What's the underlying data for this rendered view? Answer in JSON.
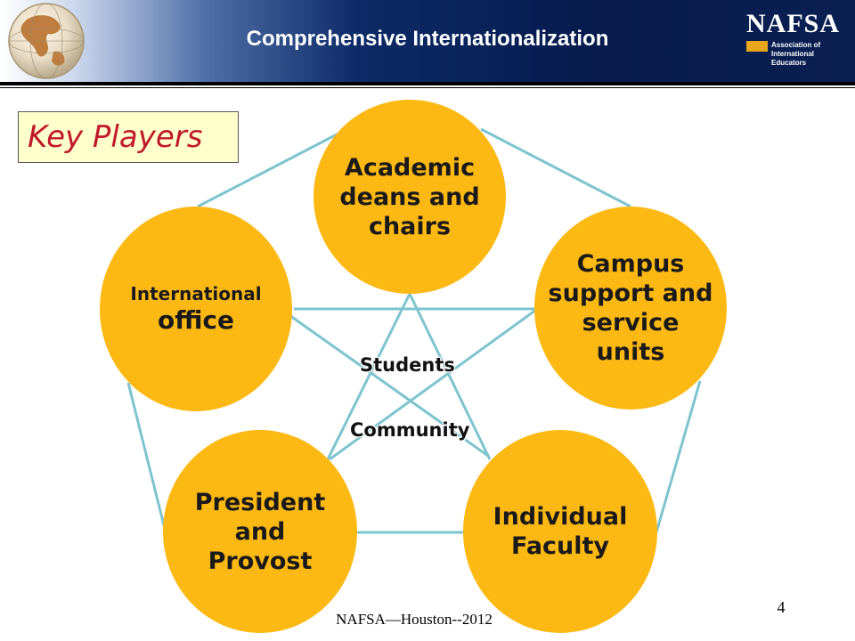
{
  "header": {
    "title": "Comprehensive Internationalization",
    "logo": {
      "word": "NAFSA",
      "tagline": [
        "Association of",
        "International Educators"
      ]
    },
    "globe_icon": "globe-icon"
  },
  "slide": {
    "heading": "Key Players",
    "nodes": {
      "academic": "Academic deans and chairs",
      "campus": "Campus support and service units",
      "international_line1": "International",
      "international_line2": "office",
      "faculty": "Individual Faculty",
      "president": "President and Provost"
    },
    "center_labels": {
      "students": "Students",
      "community": "Community"
    }
  },
  "footer": {
    "text": "NAFSA—Houston--2012",
    "page_number": "4"
  },
  "colors": {
    "node_fill": "#fdb913",
    "connector": "#7ec4cf",
    "heading_text": "#c0192b",
    "heading_box": "#ffffcc"
  }
}
